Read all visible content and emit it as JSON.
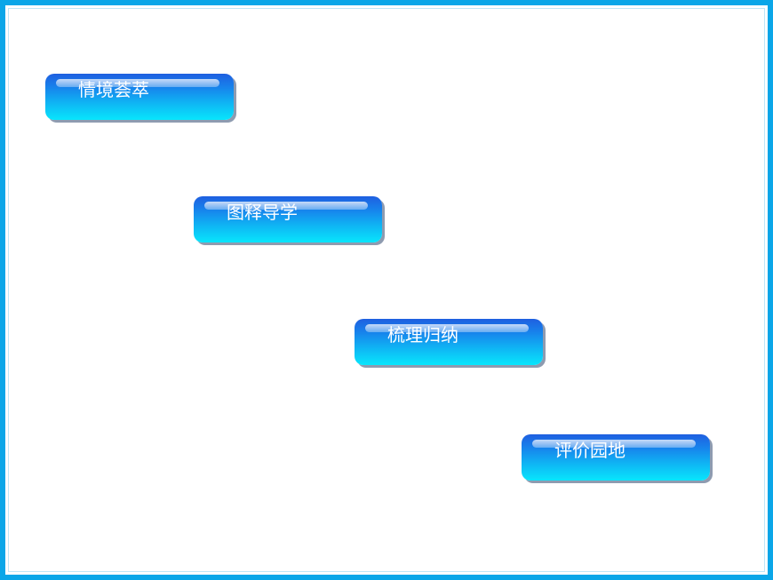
{
  "menu": {
    "items": [
      {
        "label": "情境荟萃"
      },
      {
        "label": "图释导学"
      },
      {
        "label": "梳理归纳"
      },
      {
        "label": "评价园地"
      }
    ]
  },
  "colors": {
    "frame": "#0aa6e8",
    "button_top": "#1f5fe0",
    "button_bottom": "#08e6fc",
    "button_text": "#ffffff"
  }
}
